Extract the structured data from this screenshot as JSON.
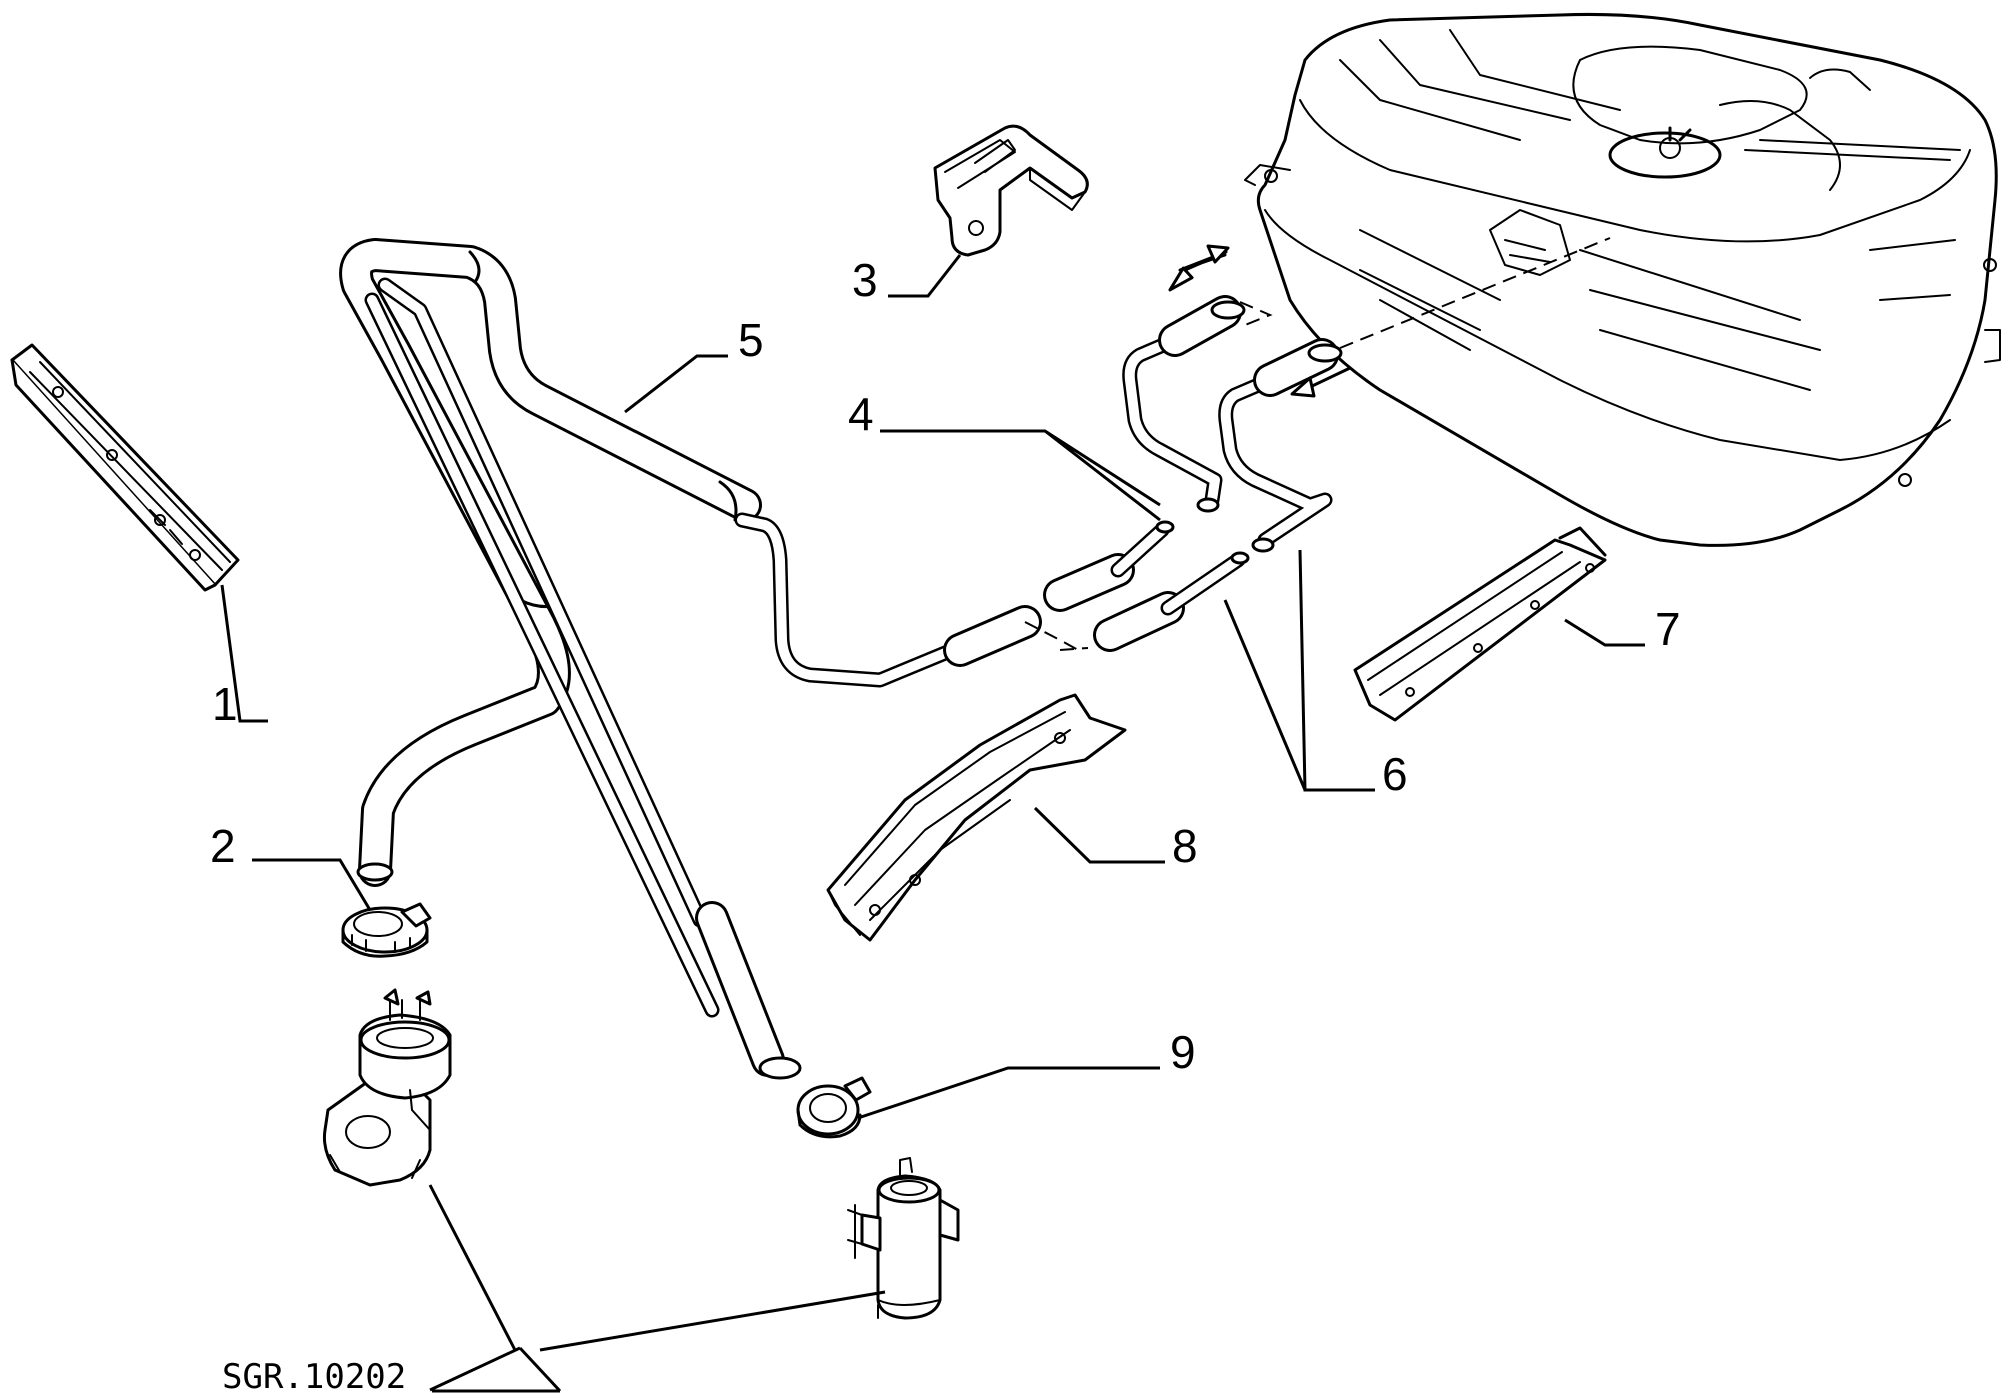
{
  "callouts": {
    "c1": "1",
    "c2": "2",
    "c3": "3",
    "c4": "4",
    "c5": "5",
    "c6": "6",
    "c7": "7",
    "c8": "8",
    "c9": "9"
  },
  "reference_code": "SGR.10202",
  "flow_arrows": [
    "arrow-in",
    "arrow-out"
  ]
}
